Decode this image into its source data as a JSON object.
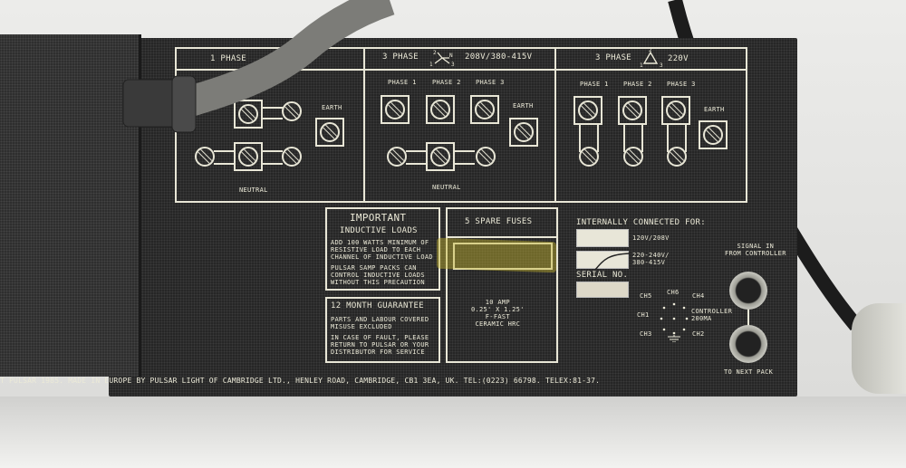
{
  "wiring": {
    "single_phase": {
      "title": "1 PHASE",
      "earth": "EARTH",
      "neutral": "NEUTRAL"
    },
    "three_phase_star": {
      "title": "3 PHASE",
      "symbol_labels": [
        "1",
        "2",
        "N",
        "3"
      ],
      "voltage": "208V/380-415V",
      "phases": [
        "PHASE 1",
        "PHASE 2",
        "PHASE 3"
      ],
      "earth": "EARTH",
      "neutral": "NEUTRAL"
    },
    "three_phase_delta": {
      "title": "3 PHASE",
      "symbol_labels": [
        "1",
        "2",
        "3"
      ],
      "voltage": "220V",
      "phases": [
        "PHASE 1",
        "PHASE 2",
        "PHASE 3"
      ],
      "earth": "EARTH"
    }
  },
  "important": {
    "title": "IMPORTANT",
    "subtitle": "INDUCTIVE LOADS",
    "para1": "ADD 100 WATTS MINIMUM OF\nRESISTIVE LOAD TO EACH\nCHANNEL OF INDUCTIVE LOAD",
    "para2": "PULSAR SAMP PACKS CAN\nCONTROL INDUCTIVE LOADS\nWITHOUT THIS PRECAUTION"
  },
  "guarantee": {
    "title": "12 MONTH GUARANTEE",
    "para1": "PARTS AND LABOUR COVERED\nMISUSE EXCLUDED",
    "para2": "IN CASE OF FAULT, PLEASE\nRETURN TO PULSAR OR YOUR\nDISTRIBUTOR FOR SERVICE"
  },
  "fuses": {
    "title": "5 SPARE FUSES",
    "spec": "10 AMP\n0.25' X 1.25'\nF-FAST\nCERAMIC HRC"
  },
  "internal": {
    "title": "INTERNALLY CONNECTED FOR:",
    "option1": "120V/208V",
    "option2": "220-240V/\n380-415V",
    "serial": "SERIAL NO."
  },
  "pinout": {
    "ch5": "CH5",
    "ch6": "CH6",
    "ch4": "CH4",
    "ch1": "CH1",
    "ch3": "CH3",
    "ch2": "CH2",
    "controller": "CONTROLLER\n200MA"
  },
  "connectors": {
    "signal_in": "SIGNAL IN\nFROM CONTROLLER",
    "next": "TO NEXT PACK"
  },
  "footer": "T PULSAR 1985. MADE IN EUROPE BY PULSAR LIGHT OF CAMBRIDGE LTD., HENLEY ROAD, CAMBRIDGE, CB1 3EA, UK. TEL:(0223) 66798. TELEX:81-37.",
  "colors": {
    "panel": "#262626",
    "print": "#ecead8",
    "tape": "#c8b830"
  }
}
